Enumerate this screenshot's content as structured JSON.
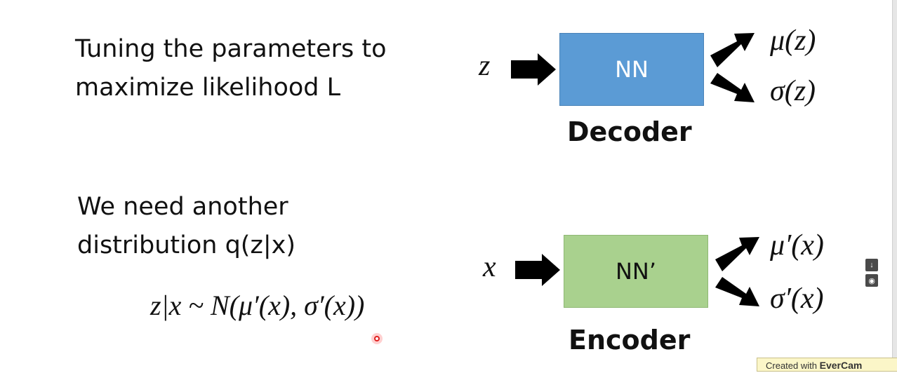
{
  "left": {
    "tuning_line1": "Tuning the parameters to",
    "tuning_line2": "maximize likelihood L",
    "need_line1": "We need another",
    "need_line2": "distribution q(z|x)",
    "formula": "z|x ~ N(μ′(x), σ′(x))"
  },
  "decoder": {
    "input": "z",
    "box_label": "NN",
    "box_color": "#5b9bd5",
    "output_mu": "μ(z)",
    "output_sigma": "σ(z)",
    "caption": "Decoder"
  },
  "encoder": {
    "input": "x",
    "box_label": "NN’",
    "box_color": "#a9d18e",
    "output_mu": "μ′(x)",
    "output_sigma": "σ′(x)",
    "caption": "Encoder"
  },
  "watermark": {
    "prefix": "Created with",
    "brand": "EverCam"
  },
  "side_controls": {
    "icon1": "microphone-icon",
    "icon2": "record-icon"
  }
}
